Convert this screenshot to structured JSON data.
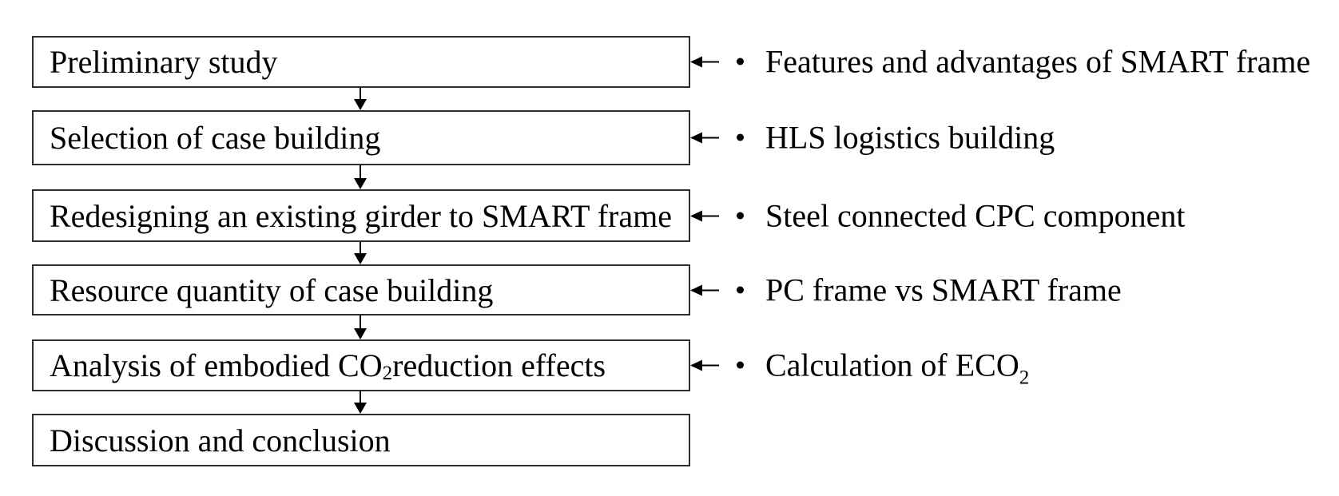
{
  "diagram": {
    "background_color": "#ffffff",
    "line_color": "#000000",
    "text_color": "#000000",
    "box_border_color": "#2e2e2e",
    "icons": {
      "down_arrow": "▼",
      "left_arrow": "◄",
      "bullet": "•"
    },
    "steps": [
      {
        "label_pre": "Preliminary study",
        "label_sub": "",
        "label_post": ""
      },
      {
        "label_pre": "Selection of case building",
        "label_sub": "",
        "label_post": ""
      },
      {
        "label_pre": "Redesigning an existing girder to SMART frame",
        "label_sub": "",
        "label_post": ""
      },
      {
        "label_pre": "Resource quantity of case building",
        "label_sub": "",
        "label_post": ""
      },
      {
        "label_pre": "Analysis of embodied CO",
        "label_sub": "2",
        "label_post": " reduction effects"
      },
      {
        "label_pre": "Discussion and conclusion",
        "label_sub": "",
        "label_post": ""
      }
    ],
    "annotations": [
      {
        "text_pre": "Features and advantages of SMART frame",
        "text_sub": "",
        "points_to_step": 0
      },
      {
        "text_pre": "HLS logistics building",
        "text_sub": "",
        "points_to_step": 1
      },
      {
        "text_pre": "Steel connected CPC component",
        "text_sub": "",
        "points_to_step": 2
      },
      {
        "text_pre": "PC frame vs SMART frame",
        "text_sub": "",
        "points_to_step": 3
      },
      {
        "text_pre": "Calculation of ECO",
        "text_sub": "2",
        "points_to_step": 4
      }
    ]
  }
}
